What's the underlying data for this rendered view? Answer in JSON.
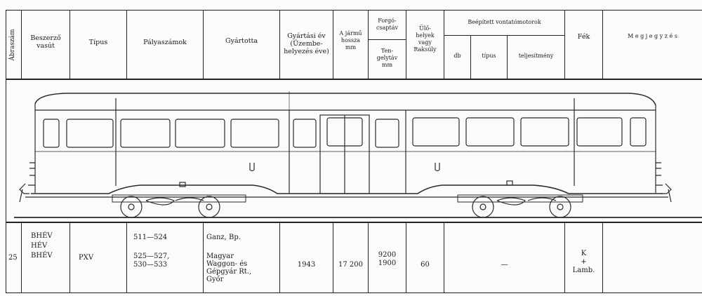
{
  "header": {
    "col_abra": "Ábraszám",
    "col_beszerzo": "Beszerző\nvasút",
    "col_tipus": "Típus",
    "col_palyaszamok": "Pályaszámok",
    "col_gyartotta": "Gyártotta",
    "col_gyartasi_ev": "Gyártási év\n(Üzembe-\nhelyezés éve)",
    "col_hossz": "A jármű\nhossza\nmm",
    "col_forgo_top": "Forgó-\ncsaptáv",
    "col_forgo_bottom": "Ten-\ngelytáv\nmm",
    "col_ulohely": "Ülő-\nhelyek\nvagy\nRaksúly",
    "col_motor_group": "Beépített vontatómotorok",
    "col_motor_db": "db",
    "col_motor_tipus": "típus",
    "col_motor_telj": "teljesítmény",
    "col_fek": "Fék",
    "col_megjegyzes": "M e g j e g y z é s"
  },
  "row": {
    "abra": "25",
    "beszerzo": "BHÉV\nHÉV\nBHÉV",
    "tipus": "PXV",
    "palyaszamok_1": "511—524",
    "palyaszamok_2": "525—527,\n530—533",
    "gyartotta_1": "Ganz, Bp.",
    "gyartotta_2": "Magyar\nWaggon- és\nGépgyár Rt.,\nGyőr",
    "gyartasi_ev": "1943",
    "hossz": "17 200",
    "forgo": "9200\n1900",
    "ulohely": "60",
    "motor": "—",
    "fek": "K\n+\nLamb."
  },
  "colors": {
    "line": "#222222",
    "paper": "#fbfbf9"
  }
}
